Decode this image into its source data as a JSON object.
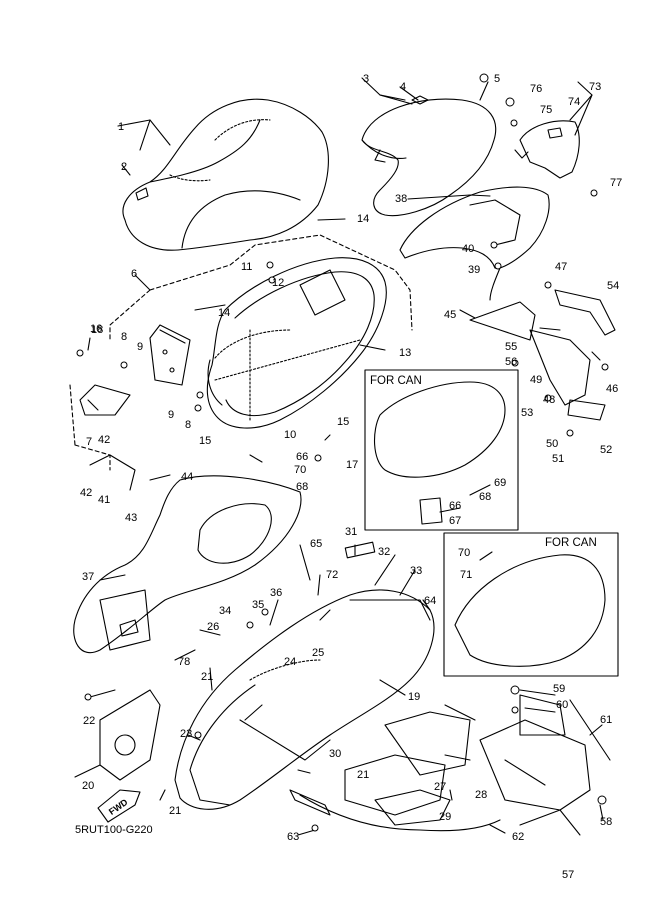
{
  "diagram": {
    "drawing_code": "5RUT100-G220",
    "fwd_label": "FWD",
    "inset_can_1": "FOR CAN",
    "inset_can_2": "FOR CAN",
    "part_numbers": [
      "1",
      "2",
      "3",
      "4",
      "5",
      "6",
      "7",
      "8",
      "8",
      "9",
      "9",
      "10",
      "11",
      "12",
      "13",
      "14",
      "14",
      "15",
      "15",
      "16",
      "17",
      "18",
      "19",
      "20",
      "21",
      "21",
      "21",
      "22",
      "23",
      "24",
      "25",
      "26",
      "27",
      "28",
      "29",
      "30",
      "31",
      "32",
      "33",
      "34",
      "35",
      "36",
      "37",
      "38",
      "39",
      "40",
      "41",
      "42",
      "42",
      "43",
      "44",
      "45",
      "46",
      "47",
      "48",
      "49",
      "50",
      "51",
      "52",
      "53",
      "54",
      "55",
      "56",
      "57",
      "58",
      "59",
      "60",
      "61",
      "62",
      "63",
      "64",
      "65",
      "66",
      "66",
      "67",
      "68",
      "68",
      "69",
      "70",
      "70",
      "71",
      "72",
      "73",
      "74",
      "75",
      "76",
      "77",
      "78"
    ]
  },
  "colors": {
    "line": "#000000",
    "background": "#ffffff"
  }
}
